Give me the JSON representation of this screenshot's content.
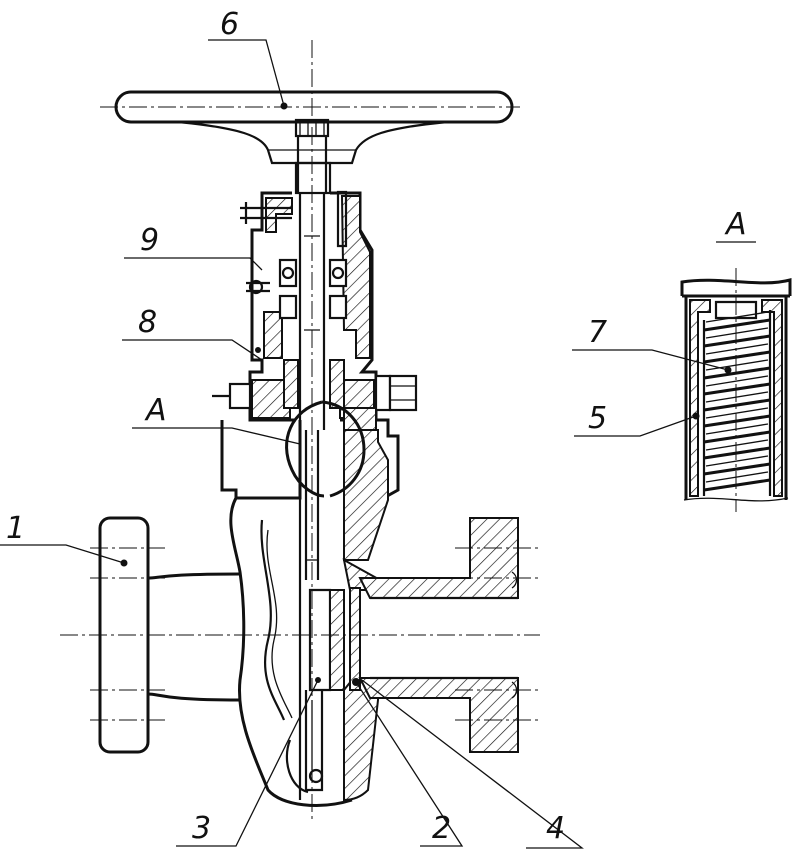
{
  "callouts": {
    "c1": "1",
    "c2": "2",
    "c3": "3",
    "c4": "4",
    "c5": "5",
    "c6": "6",
    "c7": "7",
    "c8": "8",
    "c9": "9",
    "section_marker": "A",
    "detail_title": "A"
  }
}
